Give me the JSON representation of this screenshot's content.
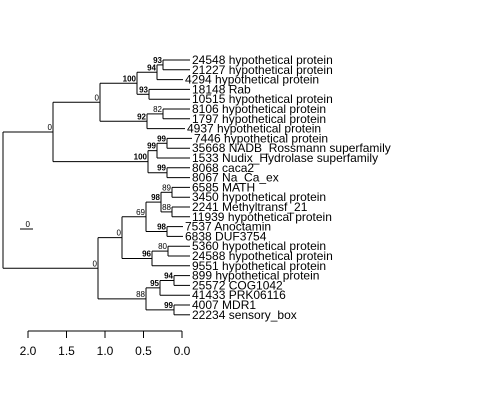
{
  "tree": {
    "leaves": [
      "24548 hypothetical protein",
      "21227 hypothetical protein",
      "4294 hypothetical protein",
      "18148 Rab",
      "10515 hypothetical protein",
      "8106 hypothetical protein",
      "1797 hypothetical protein",
      "4937 hypothetical protein",
      "7446 hypothetical protein",
      "35668 NADB_Rossmann superfamily",
      "1533 Nudix_Hydrolase superfamily",
      "8068 caca2",
      "8067 Na_Ca_ex",
      "6585 MATH",
      "3450 hypothetical protein",
      "2241 Methyltransf_21",
      "11939 hypothetical protein",
      "7537 Anoctamin",
      "6838 DUF3754",
      "5360 hypothetical protein",
      "24588 hypothetical protein",
      "9551 hypothetical protein",
      "899 hypothetical protein",
      "25572 COG1042",
      "41433 PRK06116",
      "4007 MDR1",
      "22234 sensory_box"
    ],
    "support_labels": [
      {
        "text": "93",
        "bold": true
      },
      {
        "text": "94",
        "bold": true
      },
      {
        "text": "100",
        "bold": true
      },
      {
        "text": "93",
        "bold": true
      },
      {
        "text": "0",
        "bold": false
      },
      {
        "text": "82",
        "bold": false
      },
      {
        "text": "92",
        "bold": true
      },
      {
        "text": "0",
        "bold": false
      },
      {
        "text": "99",
        "bold": true
      },
      {
        "text": "99",
        "bold": true
      },
      {
        "text": "100",
        "bold": true
      },
      {
        "text": "99",
        "bold": true
      },
      {
        "text": "0",
        "bold": false
      },
      {
        "text": "89",
        "bold": false
      },
      {
        "text": "98",
        "bold": true
      },
      {
        "text": "88",
        "bold": false
      },
      {
        "text": "69",
        "bold": false
      },
      {
        "text": "98",
        "bold": true
      },
      {
        "text": "0",
        "bold": false
      },
      {
        "text": "80",
        "bold": false
      },
      {
        "text": "96",
        "bold": true
      },
      {
        "text": "0",
        "bold": false
      },
      {
        "text": "94",
        "bold": true
      },
      {
        "text": "95",
        "bold": true
      },
      {
        "text": "88",
        "bold": false
      },
      {
        "text": "99",
        "bold": true
      }
    ]
  },
  "axis": {
    "ticks": [
      "2.0",
      "1.5",
      "1.0",
      "0.5",
      "0.0"
    ]
  }
}
